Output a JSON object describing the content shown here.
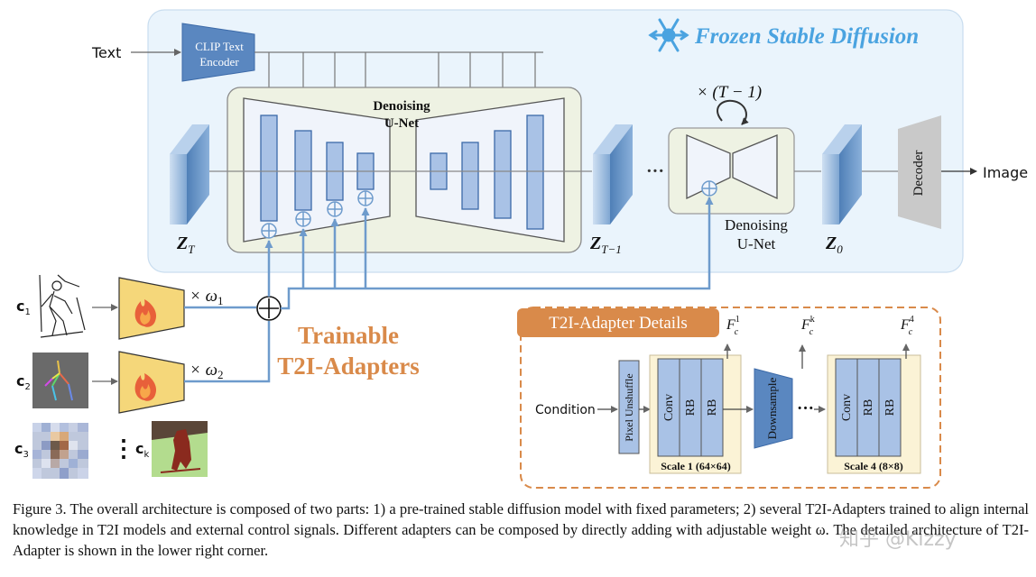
{
  "frozen_title": "Frozen Stable Diffusion",
  "text_input": "Text",
  "clip_encoder": [
    "CLIP Text",
    "Encoder"
  ],
  "unet_main": [
    "Denoising",
    "U-Net"
  ],
  "unet_small": [
    "Denoising",
    "U-Net"
  ],
  "repeat_label": "× (T − 1)",
  "latents": {
    "zt": "Z",
    "zt_sub": "T",
    "zt1": "Z",
    "zt1_sub": "T−1",
    "z0": "Z",
    "z0_sub": "0"
  },
  "decoder": "Decoder",
  "image_output": "Image",
  "ellipsis": "···",
  "conditions": {
    "c1": "c",
    "c1_sub": "1",
    "c2": "c",
    "c2_sub": "2",
    "c3": "c",
    "c3_sub": "3",
    "ck": "c",
    "ck_sub": "k",
    "vdots": "⋮"
  },
  "weights": {
    "w1": "× ω",
    "w1_sub": "1",
    "w2": "× ω",
    "w2_sub": "2"
  },
  "trainable": [
    "Trainable",
    "T2I-Adapters"
  ],
  "details": {
    "title": "T2I-Adapter Details",
    "condition": "Condition",
    "pixel_unshuffle": "Pixel Unshuffle",
    "conv": "Conv",
    "rb": "RB",
    "downsample": "Downsample",
    "scale1": "Scale 1 (64×64)",
    "scale4": "Scale 4 (8×8)",
    "f1": "F",
    "f1_sub": "c",
    "f1_sup": "1",
    "fk": "F",
    "fk_sub": "c",
    "fk_sup": "k",
    "f4": "F",
    "f4_sub": "c",
    "f4_sup": "4",
    "dots": "···"
  },
  "caption": "Figure 3. The overall architecture is composed of two parts: 1) a pre-trained stable diffusion model with fixed parameters; 2) several T2I-Adapters trained to align internal knowledge in T2I models and external control signals. Different adapters can be composed by directly adding with adjustable weight ω. The detailed architecture of T2I-Adapter is shown in the lower right corner.",
  "watermark": "知乎 @Kizzy",
  "colors": {
    "frozen_bg": "#eaf4fc",
    "accent_blue": "#6e9bcc",
    "orange": "#d98a4a",
    "bar_fill": "#a9c2e6",
    "flame_bg": "#f5d77a"
  }
}
